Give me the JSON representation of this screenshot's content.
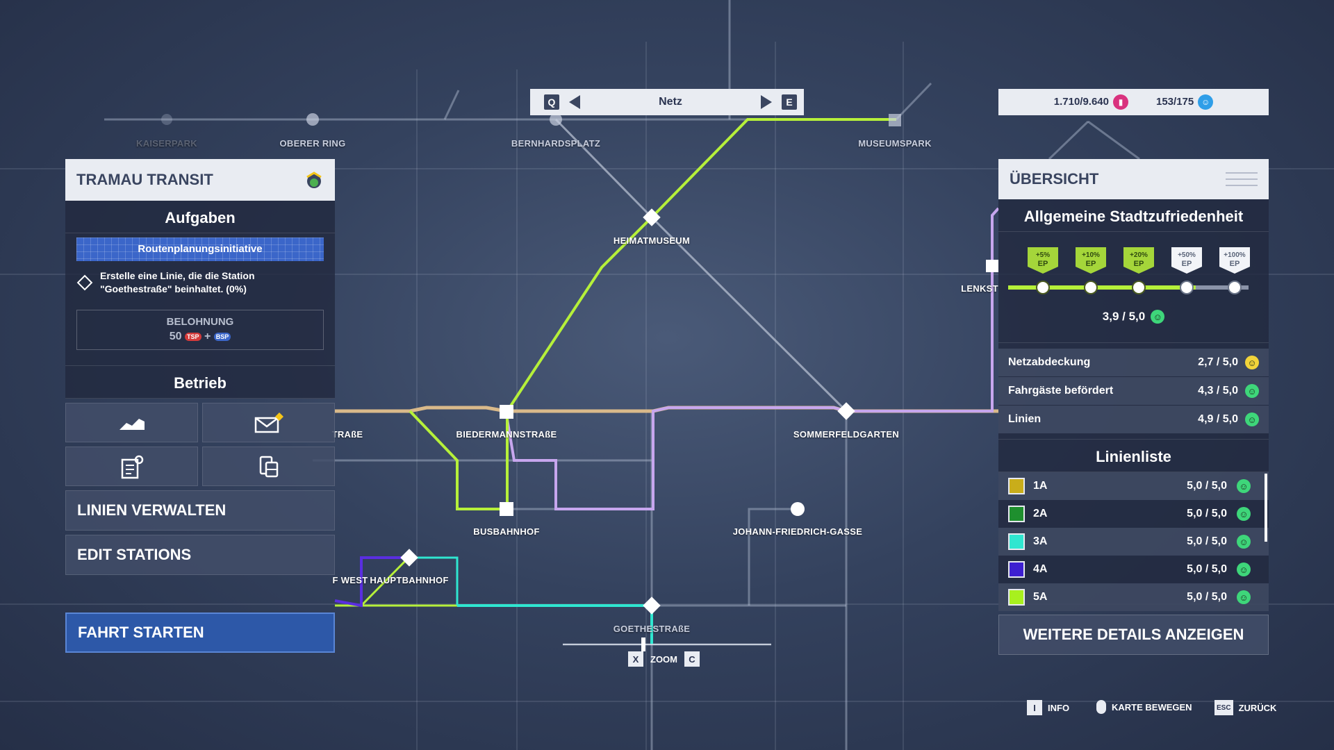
{
  "top_stations": [
    {
      "id": "kaiserpark",
      "label": "KAISERPARK"
    },
    {
      "id": "oberer-ring",
      "label": "OBERER RING"
    },
    {
      "id": "bernhardsplatz",
      "label": "BERNHARDSPLATZ"
    },
    {
      "id": "museumspark",
      "label": "MUSEUMSPARK"
    }
  ],
  "stations": {
    "heimatmuseum": "HEIMATMUSEUM",
    "biedermannstrasse": "BIEDERMANNSTRAßE",
    "strasse_partial": "TRAßE",
    "sommerfeldgarten": "SOMMERFELDGARTEN",
    "busbahnhof": "BUSBAHNHOF",
    "johann_friedrich": "JOHANN-FRIEDRICH-GASSE",
    "west_partial": "F WEST",
    "hauptbahnhof": "HAUPTBAHNHOF",
    "goethestrasse": "GOETHESTRAßE",
    "lenkst_partial": "LENKST"
  },
  "netbar": {
    "key_left": "Q",
    "title": "Netz",
    "key_right": "E"
  },
  "resources": {
    "money": "1.710/9.640",
    "passengers": "153/175"
  },
  "left_panel": {
    "company": "TRAMAU TRANSIT",
    "tasks_title": "Aufgaben",
    "banner": "Routenplanungsinitiative",
    "task_line1": "Erstelle eine Linie, die die Station",
    "task_line2": "\"Goethestraße\" beinhaltet. (0%)",
    "reward_title": "BELOHNUNG",
    "reward_amount": "50",
    "reward_pill1": "TSP",
    "reward_plus": "+",
    "reward_pill2": "BSP",
    "operation_title": "Betrieb",
    "manage_lines": "LINIEN VERWALTEN",
    "edit_stations": "EDIT STATIONS",
    "start": "FAHRT STARTEN"
  },
  "right_panel": {
    "title": "ÜBERSICHT",
    "satisfaction_title": "Allgemeine Stadtzufriedenheit",
    "milestones": [
      {
        "pct": "+5%",
        "ep": "EP",
        "reached": true
      },
      {
        "pct": "+10%",
        "ep": "EP",
        "reached": true
      },
      {
        "pct": "+20%",
        "ep": "EP",
        "reached": true
      },
      {
        "pct": "+50%",
        "ep": "EP",
        "reached": false
      },
      {
        "pct": "+100%",
        "ep": "EP",
        "reached": false
      }
    ],
    "satisfaction_fraction": 0.78,
    "overall_rating": "3,9 / 5,0",
    "ratings": [
      {
        "label": "Netzabdeckung",
        "value": "2,7 / 5,0",
        "color": "#f2d43a"
      },
      {
        "label": "Fahrgäste befördert",
        "value": "4,3 / 5,0",
        "color": "#3ed67a"
      },
      {
        "label": "Linien",
        "value": "4,9 / 5,0",
        "color": "#3ed67a"
      }
    ],
    "lines_title": "Linienliste",
    "lines": [
      {
        "name": "1A",
        "value": "5,0 / 5,0",
        "color": "#c9ad1a"
      },
      {
        "name": "2A",
        "value": "5,0 / 5,0",
        "color": "#1e8f2e"
      },
      {
        "name": "3A",
        "value": "5,0 / 5,0",
        "color": "#2fe6d0"
      },
      {
        "name": "4A",
        "value": "5,0 / 5,0",
        "color": "#3d1fd1"
      },
      {
        "name": "5A",
        "value": "5,0 / 5,0",
        "color": "#a8f01e"
      }
    ],
    "details": "WEITERE DETAILS ANZEIGEN"
  },
  "zoom": {
    "key_out": "X",
    "label": "ZOOM",
    "key_in": "C"
  },
  "hints": [
    {
      "key": "I",
      "label": "INFO"
    },
    {
      "key": "",
      "label": "KARTE BEWEGEN"
    },
    {
      "key": "ESC",
      "label": "ZURÜCK"
    }
  ],
  "colors": {
    "line_tan": "#d9b98a",
    "line_green": "#b6f03a",
    "line_lilac": "#c7a6ee",
    "line_cyan": "#2fe6d0",
    "line_purple": "#5a2ee0",
    "panel_light": "#e9ecf2",
    "accent_blue": "#2d58a8"
  }
}
